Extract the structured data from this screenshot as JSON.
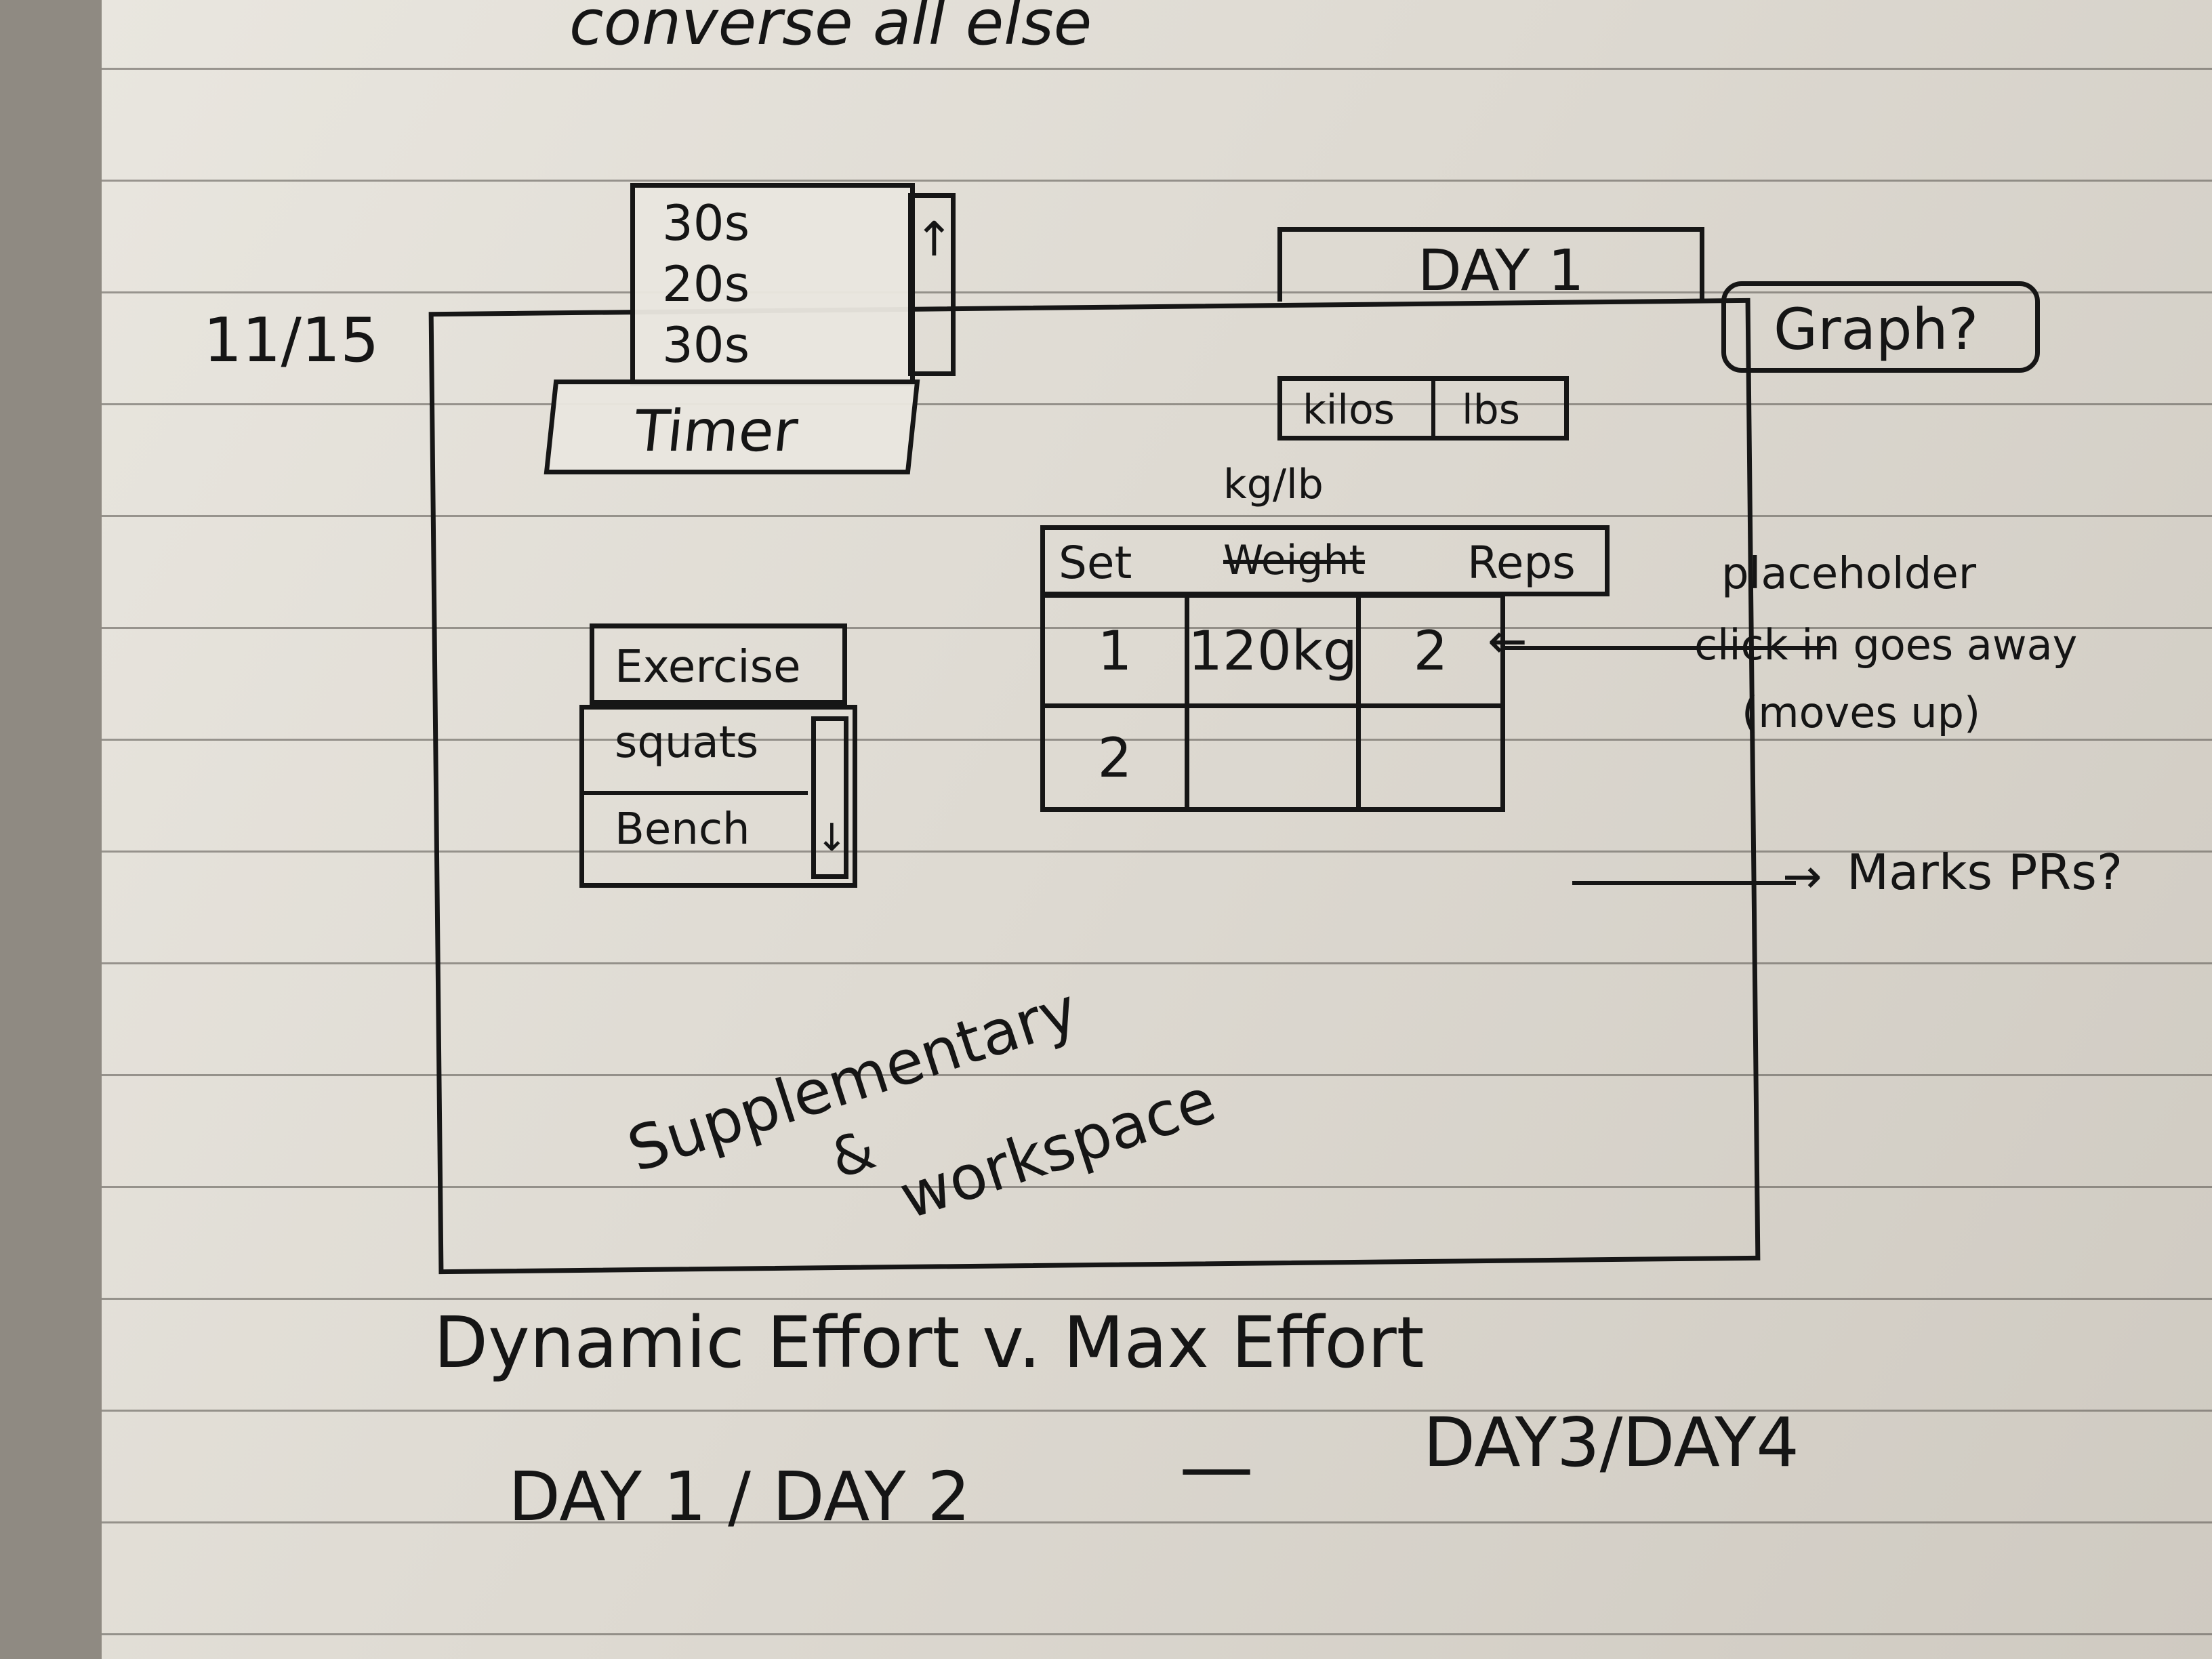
{
  "top_note": "converse all else",
  "date_label": "11/15",
  "timer": {
    "options": [
      "30s",
      "20s",
      "30s"
    ],
    "label": "Timer"
  },
  "day_tab": "DAY 1",
  "graph_button": "Graph?",
  "unit_toggle": {
    "kilos": "kilos",
    "lbs": "lbs"
  },
  "unit_note": "kg/lb",
  "table": {
    "headers": [
      "Set",
      "Weight",
      "Reps"
    ],
    "rows": [
      [
        "1",
        "120kg",
        "2"
      ],
      [
        "2",
        "",
        ""
      ]
    ]
  },
  "exercise_list": {
    "header": "Exercise",
    "items": [
      "squats",
      "Bench"
    ]
  },
  "notes": {
    "placeholder_line1": "placeholder",
    "placeholder_line2": "click in goes away",
    "placeholder_line3": "(moves up)",
    "marks_prs": "Marks PRs?"
  },
  "workspace_label_1": "Supplementary",
  "workspace_label_2": "&",
  "workspace_label_3": "workspace",
  "bottom": {
    "line1": "Dynamic Effort v. Max Effort",
    "day12": "DAY 1 / DAY 2",
    "dash": "—",
    "day34": "DAY3/DAY4"
  }
}
